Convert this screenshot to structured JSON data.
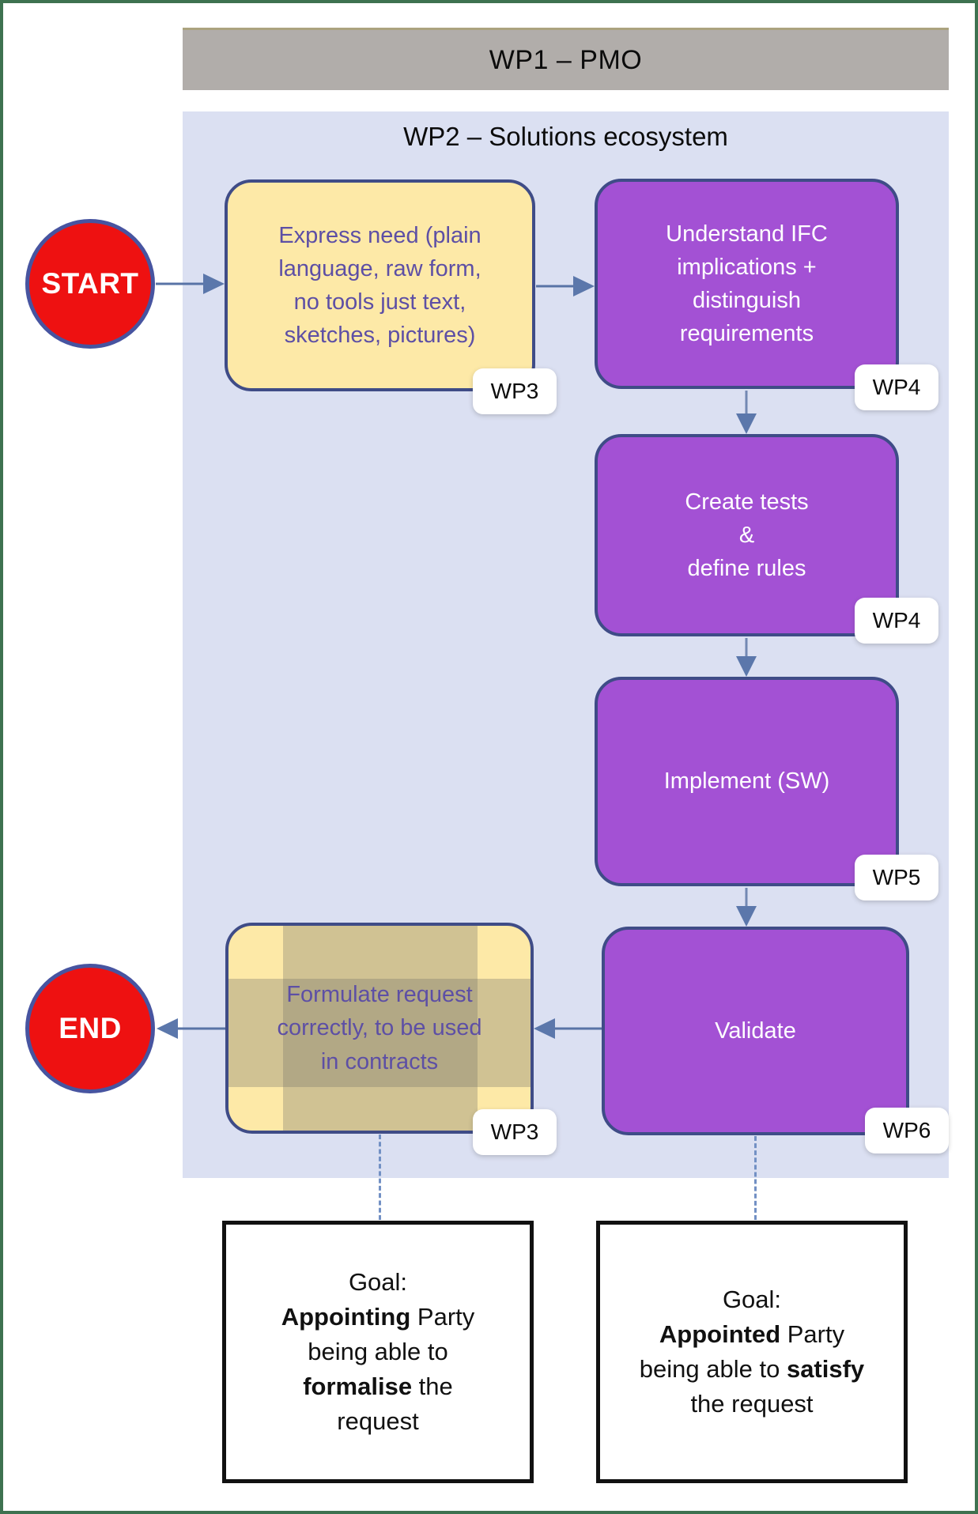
{
  "titles": {
    "wp1": "WP1 – PMO",
    "wp2": "WP2 – Solutions ecosystem"
  },
  "terminals": {
    "start_label": "START",
    "end_label": "END"
  },
  "nodes": {
    "express": {
      "text": "Express need (plain\nlanguage, raw form,\nno tools just text,\nsketches, pictures)",
      "badge": "WP3"
    },
    "understand": {
      "text": "Understand IFC\nimplications +\ndistinguish\nrequirements",
      "badge": "WP4"
    },
    "create": {
      "text": "Create tests\n&\ndefine rules",
      "badge": "WP4"
    },
    "implement": {
      "text": "Implement (SW)",
      "badge": "WP5"
    },
    "validate": {
      "text": "Validate",
      "badge": "WP6"
    },
    "formulate": {
      "text": "Formulate request\ncorrectly, to be used\nin contracts",
      "badge": "WP3"
    }
  },
  "goals": {
    "left": {
      "line1": "Goal:",
      "line2_bold": "Appointing",
      "line2_rest": " Party",
      "line3": "being able to",
      "line4_bold": "formalise",
      "line4_rest": " the",
      "line5": "request"
    },
    "right": {
      "line1": "Goal:",
      "line2_bold": "Appointed",
      "line2_rest": " Party",
      "line3_rest": "being able to ",
      "line3_bold": "satisfy",
      "line4": "the request"
    }
  },
  "colors": {
    "frame_border": "#3e7250",
    "wp1_bar_bg": "#b1adaa",
    "panel_bg": "#dbe0f2",
    "node_border": "#3f4c87",
    "purple_fill": "#a351d4",
    "yellow_fill": "#fde9a7",
    "yellow_text": "#5d4fa5",
    "terminal_fill": "#ee1111",
    "terminal_border": "#4754a0",
    "arrow": "#5b77ab",
    "dashed_line": "#7290c4"
  }
}
